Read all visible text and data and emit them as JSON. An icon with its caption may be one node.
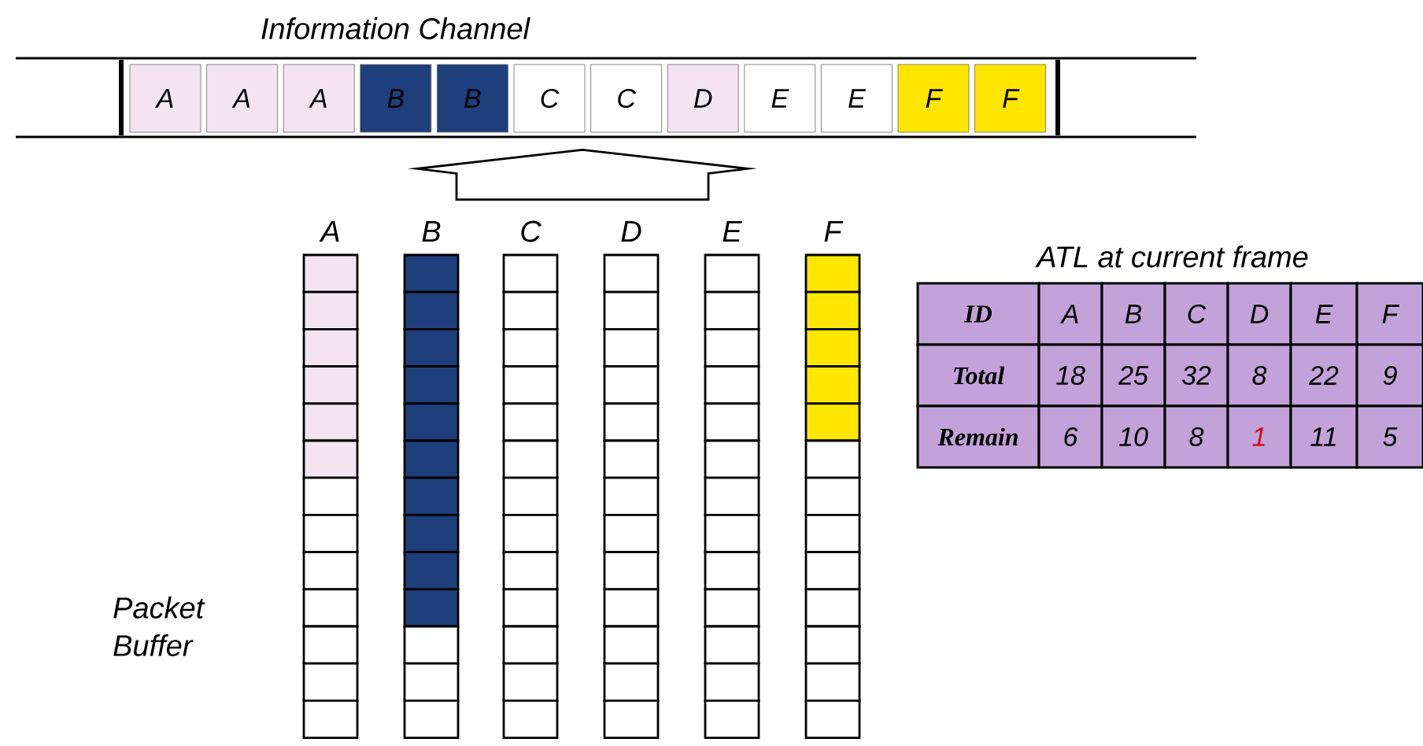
{
  "diagram": {
    "nodes": [
      {
        "text": [
          "Information Channel"
        ]
      },
      {
        "text": [
          "A"
        ],
        "in": 0
      },
      {
        "text": [
          "A"
        ],
        "in": 0
      },
      {
        "text": [
          "A"
        ],
        "in": 0
      },
      {
        "text": [
          "B"
        ],
        "in": 0
      },
      {
        "text": [
          "B"
        ],
        "in": 0
      },
      {
        "text": [
          "C"
        ],
        "in": 0
      },
      {
        "text": [
          "C"
        ],
        "in": 0
      },
      {
        "text": [
          "D"
        ],
        "in": 0
      },
      {
        "text": [
          "E"
        ],
        "in": 0
      },
      {
        "text": [
          "E"
        ],
        "in": 0
      },
      {
        "text": [
          "F"
        ],
        "in": 0
      },
      {
        "text": [
          "F"
        ],
        "in": 0
      },
      {
        "text": [
          "Packet Buffer"
        ]
      },
      {
        "text": [
          "A"
        ],
        "in": 13
      },
      {
        "text": [
          "B"
        ],
        "in": 13
      },
      {
        "text": [
          "C"
        ],
        "in": 13
      },
      {
        "text": [
          "D"
        ],
        "in": 13
      },
      {
        "text": [
          "E"
        ],
        "in": 13
      },
      {
        "text": [
          "F"
        ],
        "in": 13
      }
    ],
    "edges": [
      {
        "from": 13,
        "to": 0,
        "arrow": "to"
      }
    ],
    "labels": [
      "ATL at current frame",
      "ID",
      "A",
      "B",
      "C",
      "D",
      "E",
      "F",
      "Total",
      "18",
      "25",
      "32",
      "8",
      "22",
      "9",
      "Remain",
      "6",
      "10",
      "8",
      "1",
      "11",
      "5"
    ]
  }
}
